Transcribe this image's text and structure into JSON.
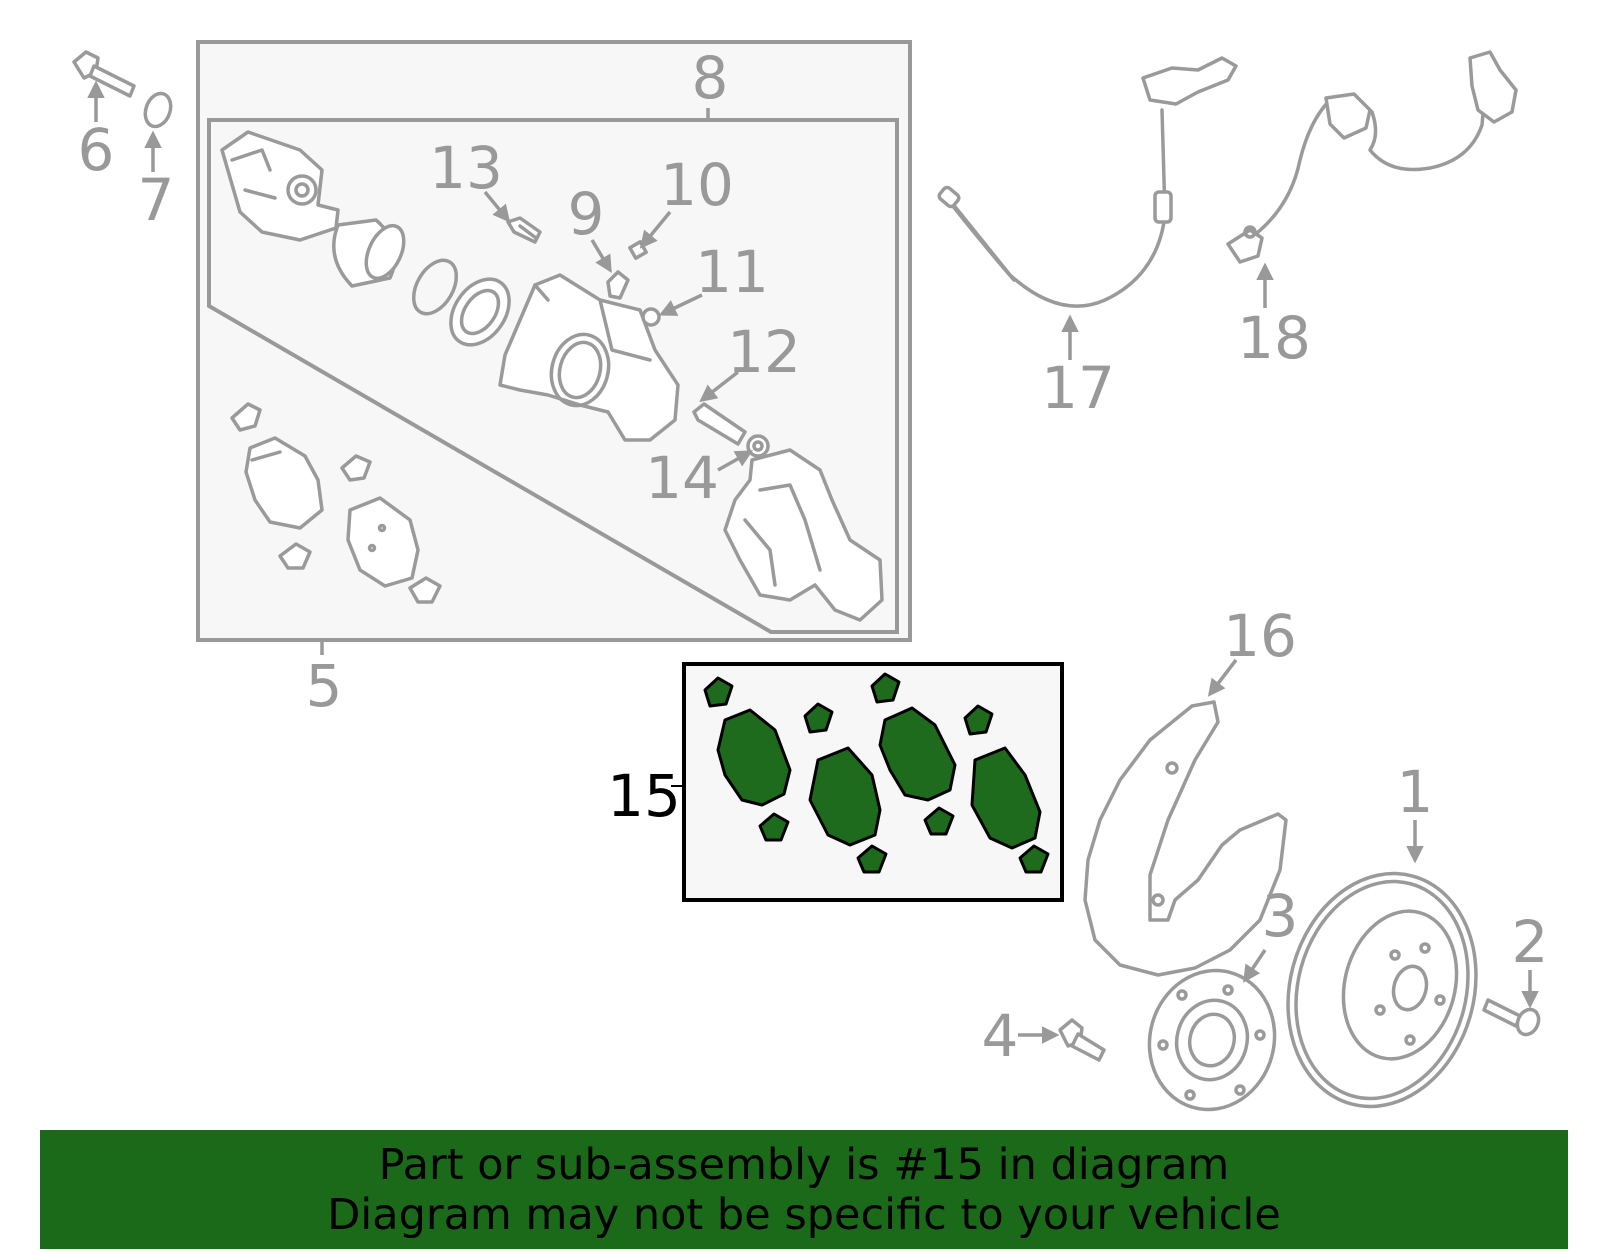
{
  "colors": {
    "part_gray": "#9a9a9a",
    "label_gray": "#999999",
    "highlight_green": "#1e6b1e",
    "banner_green": "#1a6a1a",
    "box_fill": "#f7f7f7"
  },
  "labels": {
    "l1": "1",
    "l2": "2",
    "l3": "3",
    "l4": "4",
    "l5": "5",
    "l6": "6",
    "l7": "7",
    "l8": "8",
    "l9": "9",
    "l10": "10",
    "l11": "11",
    "l12": "12",
    "l13": "13",
    "l14": "14",
    "l15": "15",
    "l16": "16",
    "l17": "17",
    "l18": "18"
  },
  "banner": {
    "line1": "Part or sub-assembly is #15 in diagram",
    "line2": "Diagram may not be specific to your vehicle"
  }
}
